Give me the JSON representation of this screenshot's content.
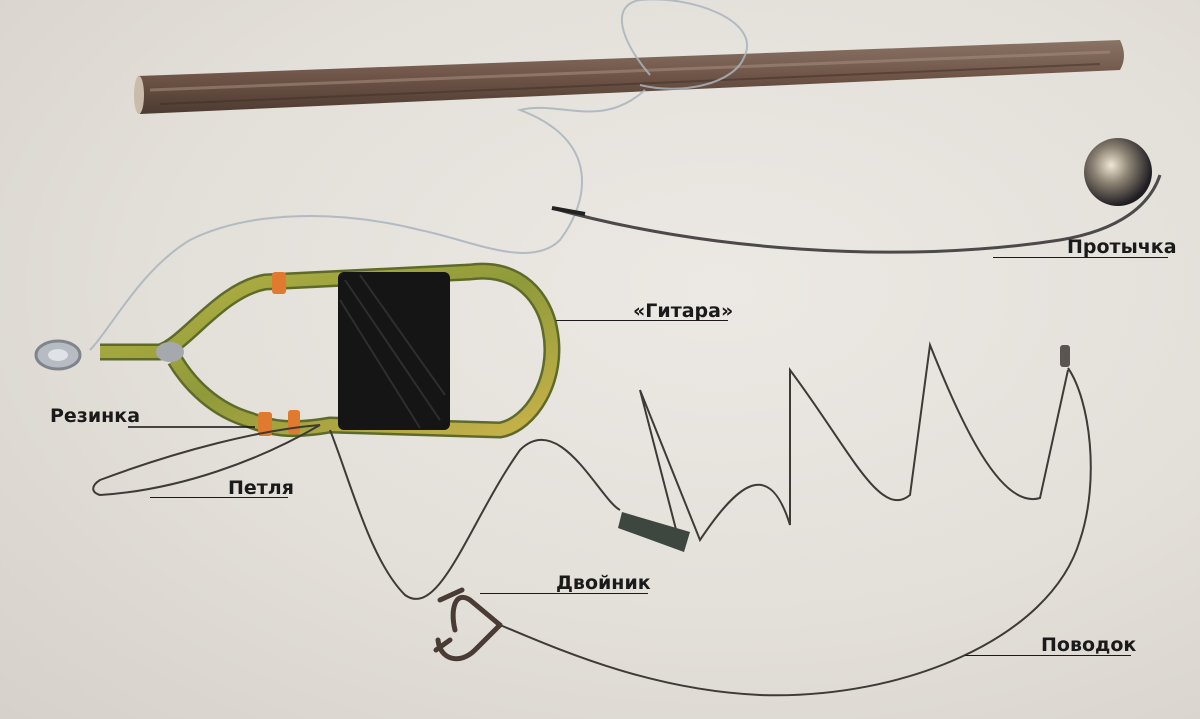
{
  "labels": {
    "protychka": "Протычка",
    "gitara": "«Гитара»",
    "rezinka": "Резинка",
    "petlya": "Петля",
    "dvoinik": "Двойник",
    "povodok": "Поводок"
  }
}
